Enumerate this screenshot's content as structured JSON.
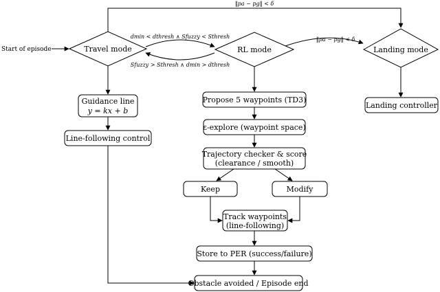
{
  "nodes": {
    "travel_mode": "Travel mode",
    "rl_mode": "RL mode",
    "landing_mode": "Landing mode",
    "guidance_line": "Guidance line",
    "guidance_eq": "y = kx + b",
    "line_following": "Line-following control",
    "propose": "Propose 5 waypoints (TD3)",
    "explore": "ε-explore (waypoint space)",
    "checker_1": "Trajectory checker & score",
    "checker_2": "(clearance / smooth)",
    "keep": "Keep",
    "modify": "Modify",
    "track_1": "Track waypoints",
    "track_2": "(line-following)",
    "store": "Store to PER (success/failure)",
    "end": "Obstacle avoided / Episode end",
    "landing_controller": "Landing controller"
  },
  "edge_labels": {
    "start": "Start of episode",
    "top_condition": "‖pa − pg‖ < δ",
    "rl_to_landing": "‖pa − pg‖ < δ",
    "travel_to_rl": "dmin < dthresh ∧ Sfuzzy < Sthresh",
    "rl_to_travel": "Sfuzzy > Sthresh ∧ dmin > dthresh"
  }
}
